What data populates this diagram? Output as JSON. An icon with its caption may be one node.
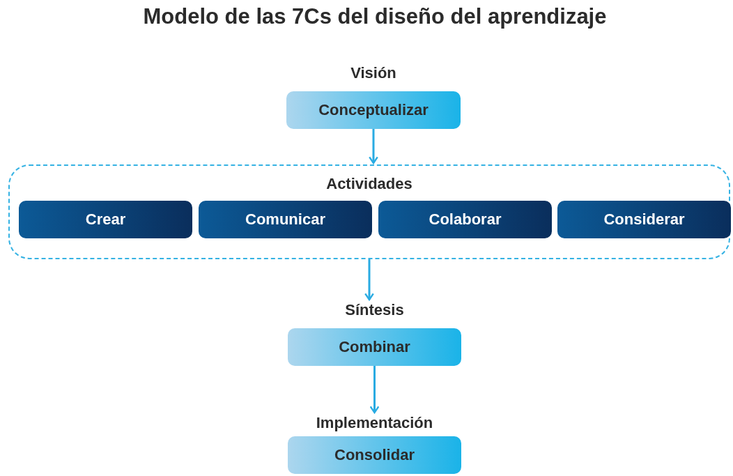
{
  "diagram": {
    "title": "Modelo de las 7Cs del diseño del aprendizaje",
    "nodes": [
      {
        "text": [
          "Visión",
          "Conceptualizar"
        ]
      },
      {
        "text": [
          "Actividades"
        ]
      },
      {
        "text": [
          "Crear"
        ],
        "in": 1
      },
      {
        "text": [
          "Comunicar"
        ],
        "in": 1
      },
      {
        "text": [
          "Colaborar"
        ],
        "in": 1
      },
      {
        "text": [
          "Considerar"
        ],
        "in": 1
      },
      {
        "text": [
          "Síntesis",
          "Combinar"
        ]
      },
      {
        "text": [
          "Implementación",
          "Consolidar"
        ]
      }
    ],
    "edges": [
      {
        "from": 0,
        "to": 1,
        "arrow": "to"
      },
      {
        "from": 1,
        "to": 6,
        "arrow": "to"
      },
      {
        "from": 6,
        "to": 7,
        "arrow": "to"
      }
    ]
  }
}
